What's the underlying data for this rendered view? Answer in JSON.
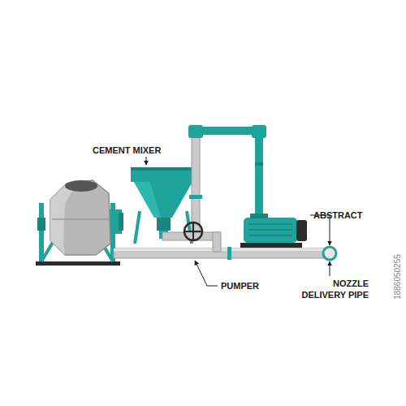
{
  "diagram": {
    "labels": [
      "CEMENT MIXER",
      "PUMPER",
      "ABSTRACT",
      "NOZZLE DELIVERY PIPE",
      "1886050255"
    ]
  }
}
